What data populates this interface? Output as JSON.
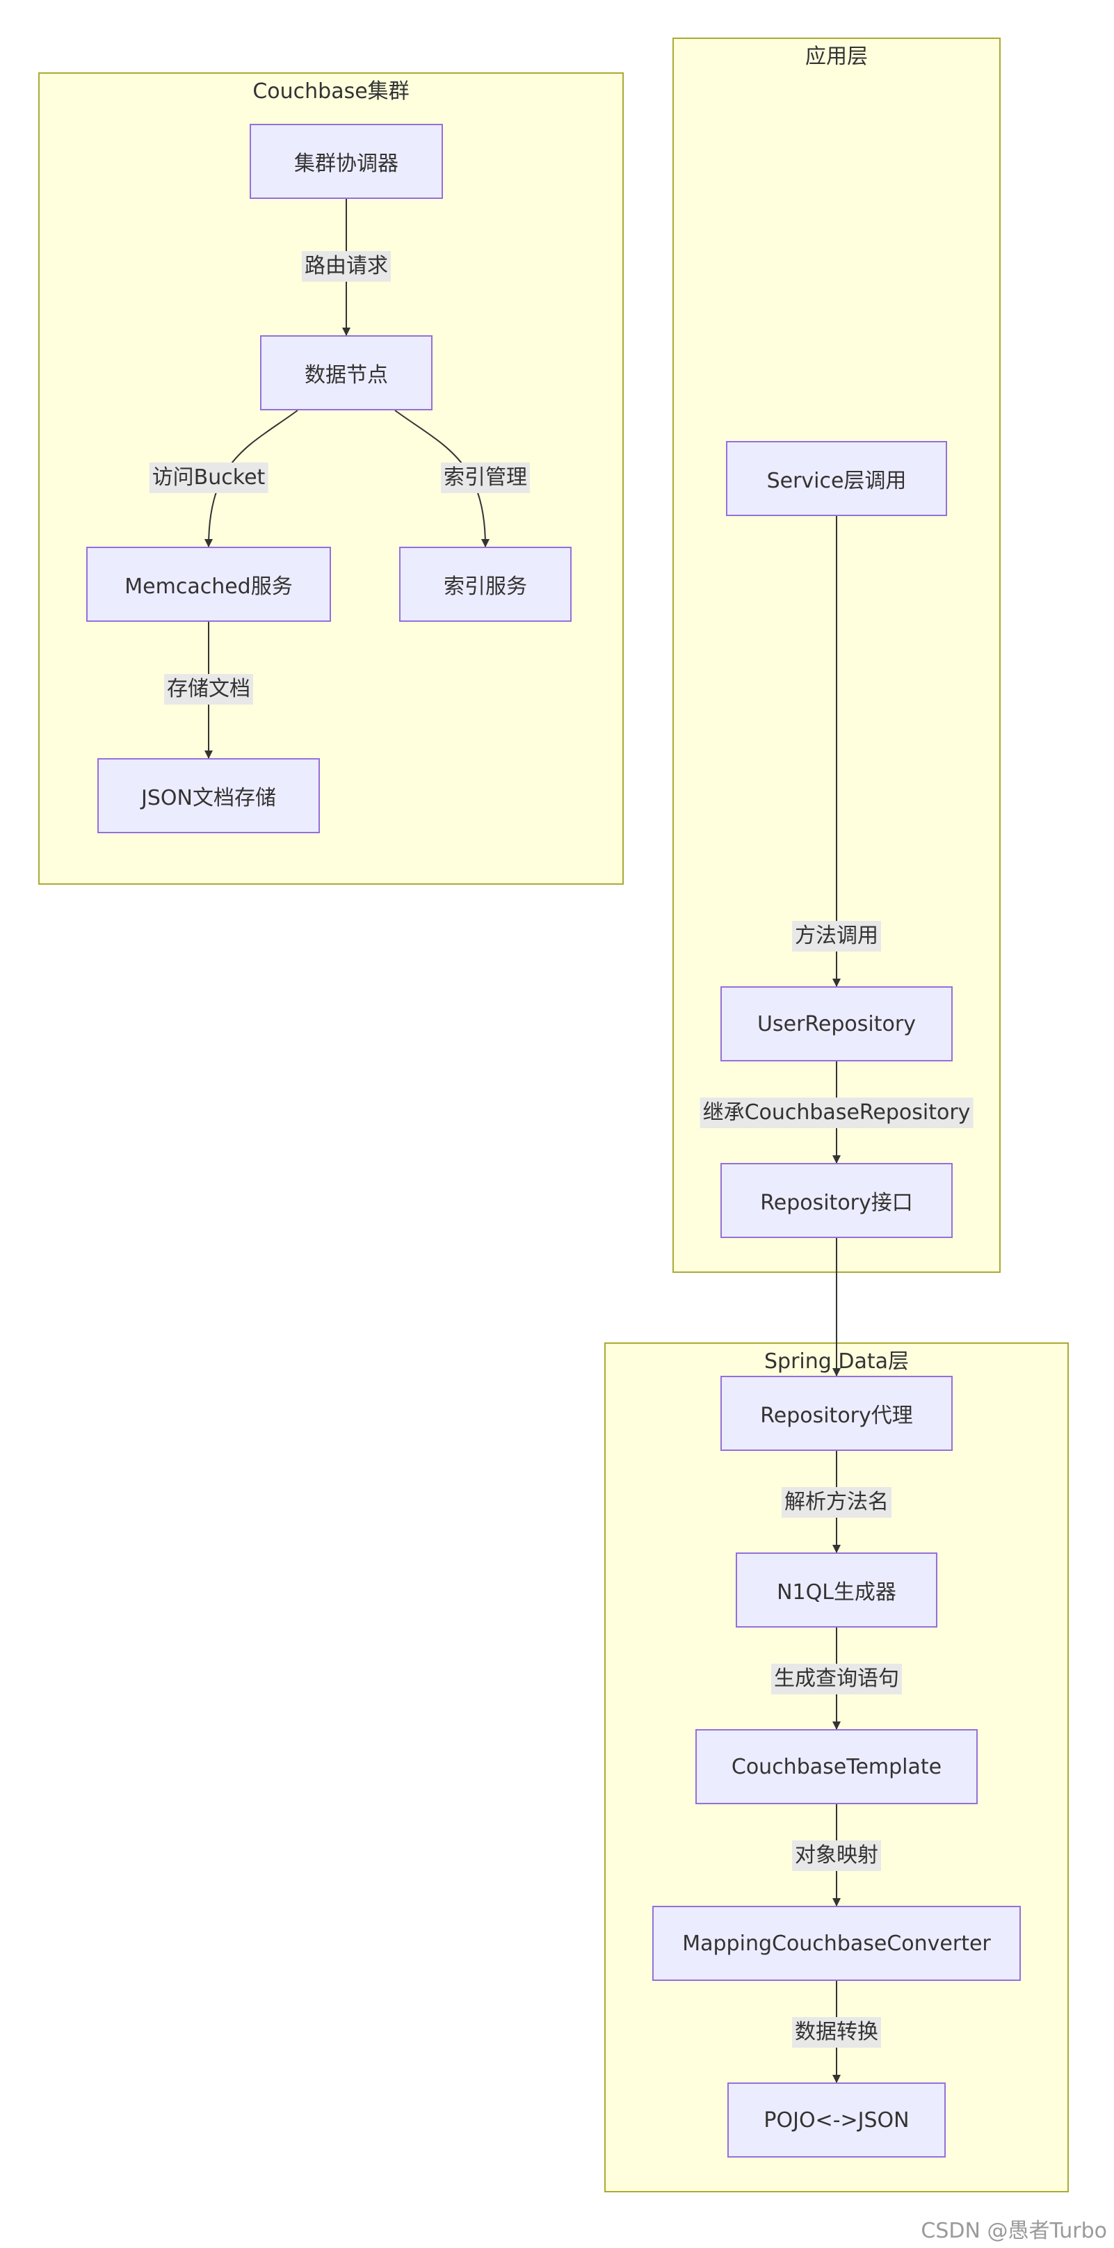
{
  "clusters": {
    "couchbase": "Couchbase集群",
    "app": "应用层",
    "spring": "Spring Data层"
  },
  "nodes": {
    "coordinator": "集群协调器",
    "data_node": "数据节点",
    "memcached": "Memcached服务",
    "index_service": "索引服务",
    "json_storage": "JSON文档存储",
    "service_call": "Service层调用",
    "user_repo": "UserRepository",
    "repo_interface": "Repository接口",
    "repo_proxy": "Repository代理",
    "n1ql": "N1QL生成器",
    "template": "CouchbaseTemplate",
    "converter": "MappingCouchbaseConverter",
    "pojo": "POJO<->JSON"
  },
  "edges": {
    "route": "路由请求",
    "bucket": "访问Bucket",
    "index_mgmt": "索引管理",
    "store_doc": "存储文档",
    "method_call": "方法调用",
    "inherit": "继承CouchbaseRepository",
    "parse": "解析方法名",
    "gen_query": "生成查询语句",
    "obj_map": "对象映射",
    "convert": "数据转换"
  },
  "watermark": "CSDN @愚者Turbo",
  "colors": {
    "cluster_fill": "#ffffde",
    "cluster_border": "#aaaa33",
    "node_fill": "#ececff",
    "node_border": "#9370db",
    "edge": "#333333",
    "edge_label_bg": "#e8e8e8"
  }
}
